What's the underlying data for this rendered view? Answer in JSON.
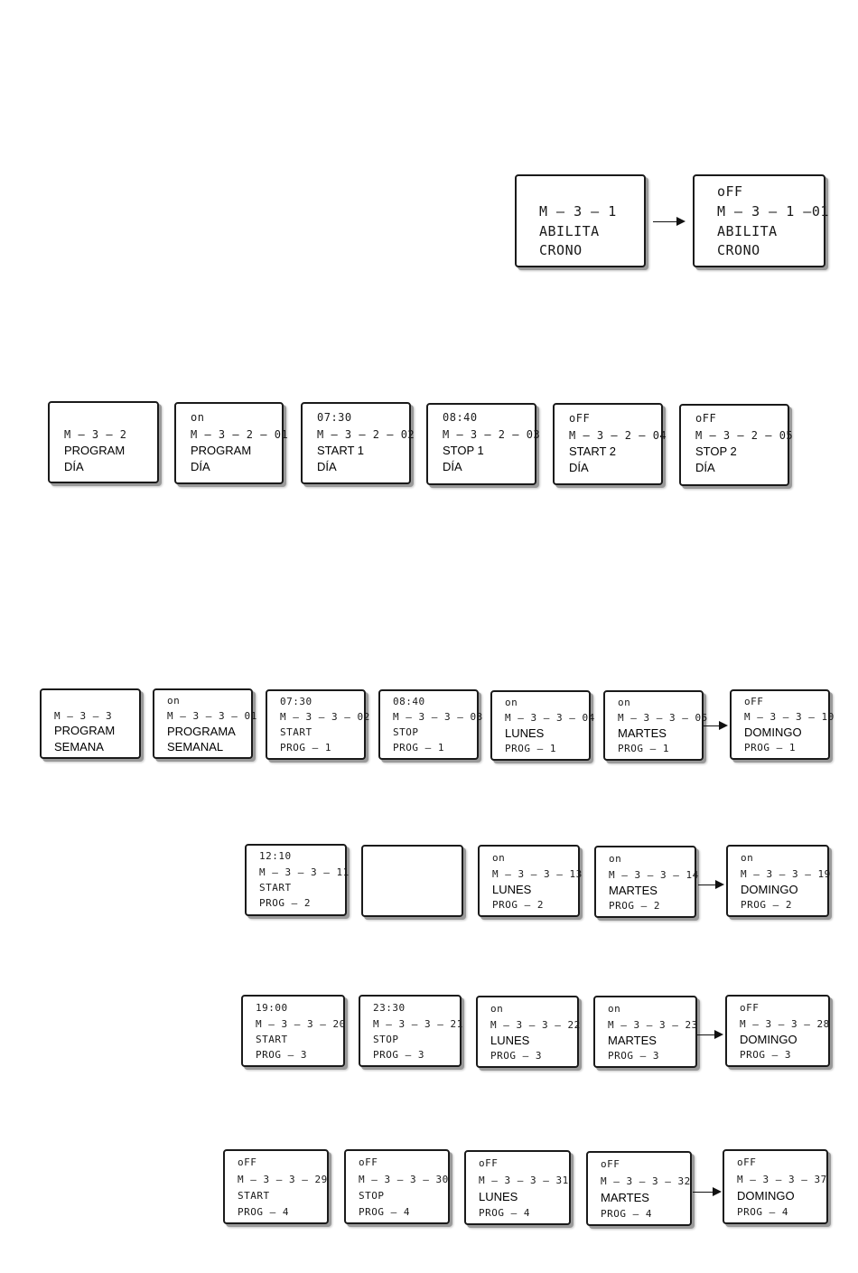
{
  "row_1": {
    "screens": [
      {
        "lines": [
          "",
          "M – 3 – 1",
          "ABILITA",
          "CRONO"
        ]
      },
      {
        "lines": [
          "oFF",
          "M – 3 – 1 –01",
          "ABILITA",
          "CRONO"
        ]
      }
    ]
  },
  "row_2": {
    "screens": [
      {
        "lines": [
          "",
          "M – 3 – 2",
          "PROGRAM",
          "DÍA"
        ]
      },
      {
        "lines": [
          "on",
          "M – 3 – 2 – 01",
          "PROGRAM",
          "DÍA"
        ]
      },
      {
        "lines": [
          "07:30",
          "M – 3 – 2 – 02",
          "START 1",
          "DÍA"
        ]
      },
      {
        "lines": [
          "08:40",
          "M – 3 – 2 – 03",
          "STOP 1",
          "DÍA"
        ]
      },
      {
        "lines": [
          "oFF",
          "M – 3 – 2 – 04",
          "START 2",
          "DÍA"
        ]
      },
      {
        "lines": [
          "oFF",
          "M – 3 – 2 – 05",
          "STOP 2",
          "DÍA"
        ]
      }
    ]
  },
  "row_3": {
    "screens": [
      {
        "lines": [
          "",
          "M – 3 – 3",
          "PROGRAM",
          "SEMANA"
        ]
      },
      {
        "lines": [
          "on",
          "M – 3 – 3 – 01",
          "PROGRAMA",
          "SEMANAL"
        ]
      },
      {
        "lines": [
          "07:30",
          "M – 3 – 3 – 02",
          "START",
          "PROG – 1"
        ]
      },
      {
        "lines": [
          "08:40",
          "M – 3 – 3 – 03",
          "STOP",
          "PROG – 1"
        ]
      },
      {
        "lines": [
          "on",
          "M – 3 – 3 – 04",
          "LUNES",
          "PROG – 1"
        ]
      },
      {
        "lines": [
          "on",
          "M – 3 – 3 – 05",
          "MARTES",
          "PROG – 1"
        ]
      },
      {
        "lines": [
          "oFF",
          "M – 3 – 3 – 10",
          "DOMINGO",
          "PROG – 1"
        ]
      }
    ]
  },
  "row_4": {
    "screens": [
      {
        "lines": [
          "12:10",
          "M – 3 – 3 – 11",
          "START",
          "PROG – 2"
        ]
      },
      {
        "lines": [
          "",
          "",
          "",
          ""
        ]
      },
      {
        "lines": [
          "on",
          "M – 3 – 3 – 13",
          "LUNES",
          "PROG – 2"
        ]
      },
      {
        "lines": [
          "on",
          "M – 3 – 3 – 14",
          "MARTES",
          "PROG – 2"
        ]
      },
      {
        "lines": [
          "on",
          "M – 3 – 3 – 19",
          "DOMINGO",
          "PROG – 2"
        ]
      }
    ]
  },
  "row_5": {
    "screens": [
      {
        "lines": [
          "19:00",
          "M – 3 – 3 – 20",
          "START",
          "PROG – 3"
        ]
      },
      {
        "lines": [
          "23:30",
          "M – 3 – 3 – 21",
          "STOP",
          "PROG – 3"
        ]
      },
      {
        "lines": [
          "on",
          "M – 3 – 3 – 22",
          "LUNES",
          "PROG – 3"
        ]
      },
      {
        "lines": [
          "on",
          "M – 3 – 3 – 23",
          "MARTES",
          "PROG – 3"
        ]
      },
      {
        "lines": [
          "oFF",
          "M – 3 – 3 – 28",
          "DOMINGO",
          "PROG – 3"
        ]
      }
    ]
  },
  "row_6": {
    "screens": [
      {
        "lines": [
          "oFF",
          "M – 3 – 3 – 29",
          "START",
          "PROG – 4"
        ]
      },
      {
        "lines": [
          "oFF",
          "M – 3 – 3 – 30",
          "STOP",
          "PROG – 4"
        ]
      },
      {
        "lines": [
          "oFF",
          "M – 3 – 3 – 31",
          "LUNES",
          "PROG – 4"
        ]
      },
      {
        "lines": [
          "oFF",
          "M – 3 – 3 – 32",
          "MARTES",
          "PROG – 4"
        ]
      },
      {
        "lines": [
          "oFF",
          "M – 3 – 3 – 37",
          "DOMINGO",
          "PROG – 4"
        ]
      }
    ]
  }
}
